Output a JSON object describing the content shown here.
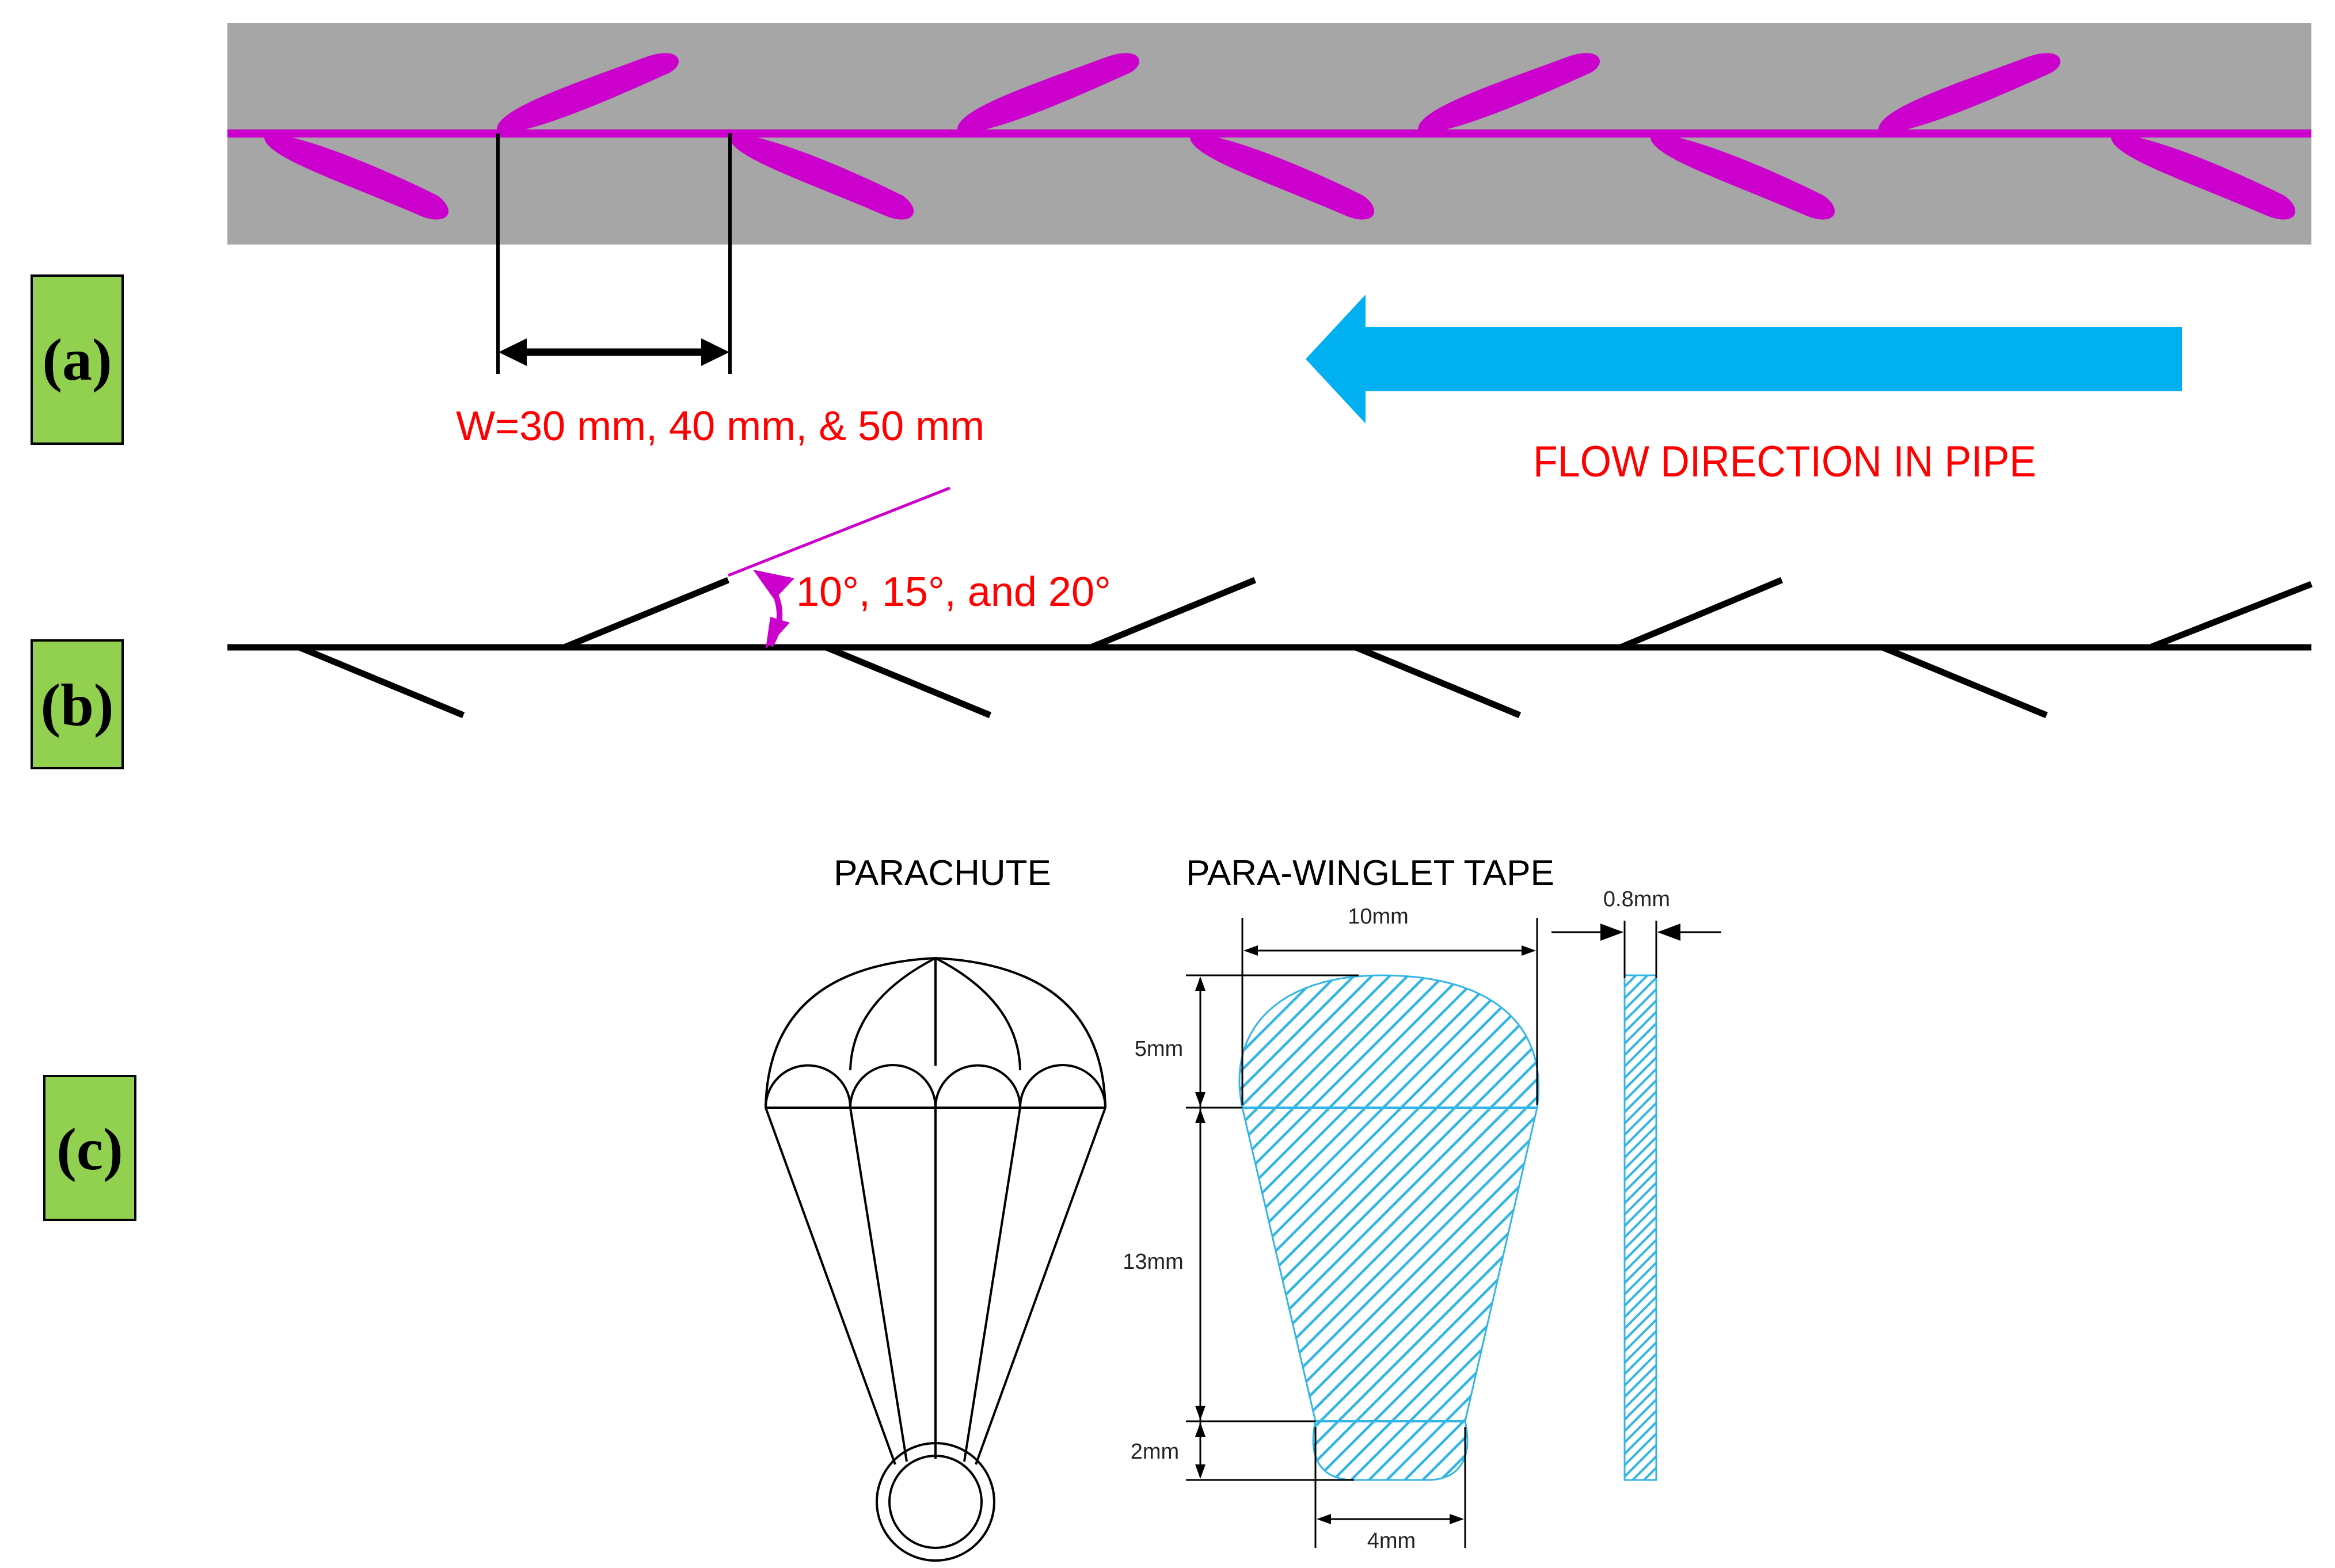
{
  "panels": {
    "a": {
      "tag": "(a)"
    },
    "b": {
      "tag": "(b)"
    },
    "c": {
      "tag": "(c)"
    }
  },
  "labels": {
    "pitch": "W=30 mm, 40 mm, & 50 mm",
    "flow_direction": "FLOW DIRECTION IN PIPE",
    "angle_values": "10°, 15°, and 20°",
    "parachute_title": "PARACHUTE",
    "tape_title": "PARA-WINGLET TAPE"
  },
  "dimensions": {
    "width_top": "10mm",
    "thickness": "0.8mm",
    "height_top": "5mm",
    "height_mid": "13mm",
    "height_bottom": "2mm",
    "width_bottom": "4mm"
  },
  "colors": {
    "pipe": "#a6a6a6",
    "winglet": "#cc00cc",
    "arrow": "#00b0f0",
    "label_red": "#ff0000",
    "tag_green": "#92d050",
    "hatch": "#33b5e5"
  }
}
